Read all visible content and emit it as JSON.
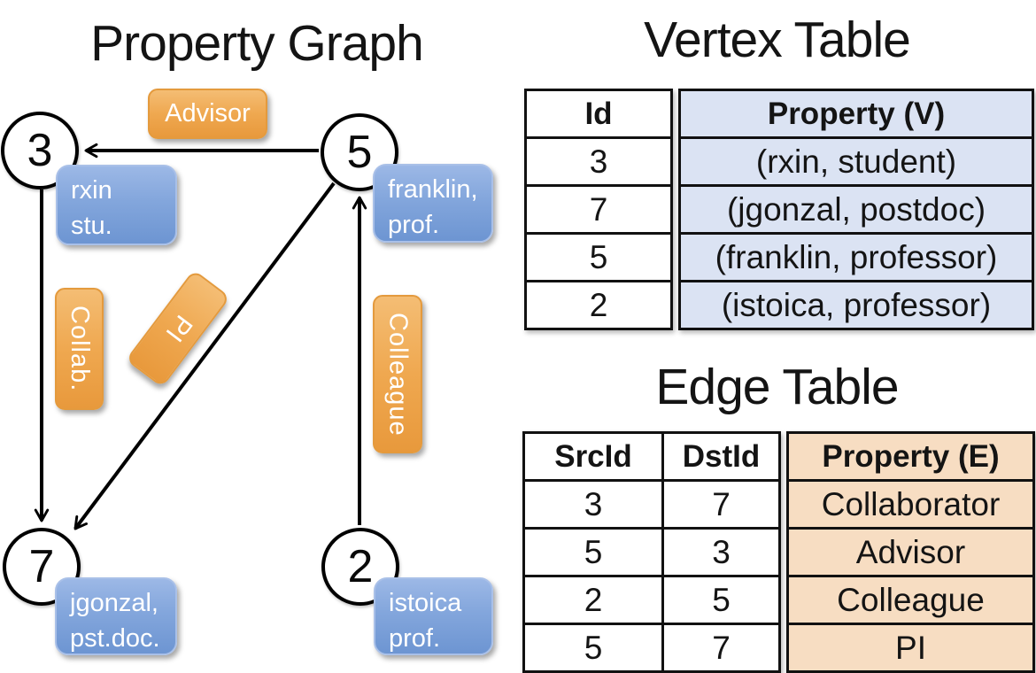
{
  "graph": {
    "title": "Property Graph",
    "nodes": [
      {
        "id": "3",
        "line1": "rxin",
        "line2": "stu."
      },
      {
        "id": "5",
        "line1": "franklin,",
        "line2": "prof."
      },
      {
        "id": "7",
        "line1": "jgonzal,",
        "line2": "pst.doc."
      },
      {
        "id": "2",
        "line1": "istoica",
        "line2": "prof."
      }
    ],
    "edge_labels": {
      "advisor": "Advisor",
      "collab": "Collab.",
      "pi": "PI",
      "colleague": "Colleague"
    }
  },
  "vertex_table": {
    "title": "Vertex Table",
    "columns": [
      "Id",
      "Property (V)"
    ],
    "rows": [
      [
        "3",
        "(rxin, student)"
      ],
      [
        "7",
        "(jgonzal, postdoc)"
      ],
      [
        "5",
        "(franklin, professor)"
      ],
      [
        "2",
        "(istoica, professor)"
      ]
    ]
  },
  "edge_table": {
    "title": "Edge Table",
    "columns": [
      "SrcId",
      "DstId",
      "Property (E)"
    ],
    "rows": [
      [
        "3",
        "7",
        "Collaborator"
      ],
      [
        "5",
        "3",
        "Advisor"
      ],
      [
        "2",
        "5",
        "Colleague"
      ],
      [
        "5",
        "7",
        "PI"
      ]
    ]
  },
  "colors": {
    "vertex_property_fill": "#dbe3f3",
    "edge_property_fill": "#f7ddc2",
    "vertex_box_blue": "#7fa3da",
    "edge_label_orange": "#efa850",
    "line_black": "#000000"
  }
}
